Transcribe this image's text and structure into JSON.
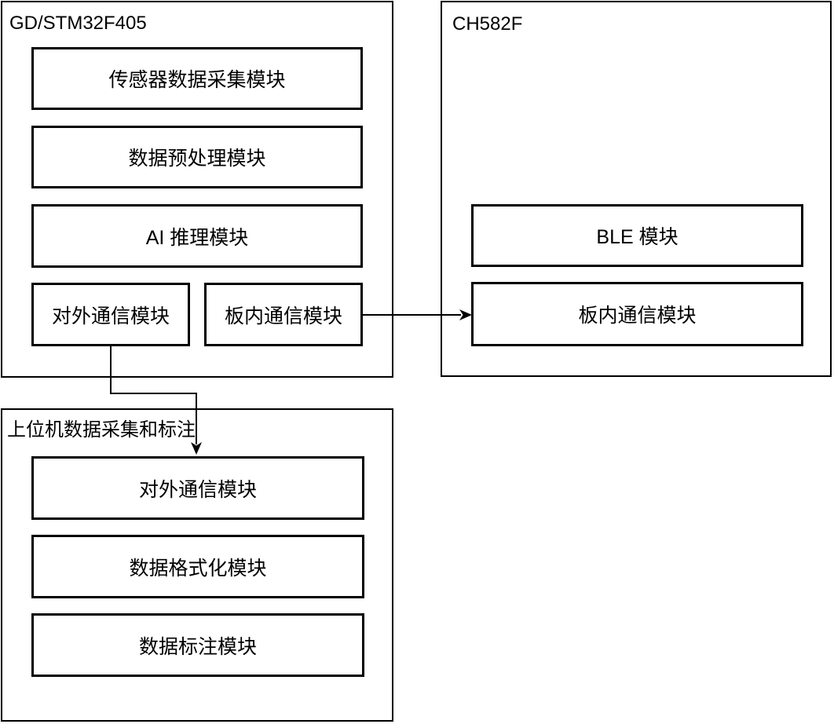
{
  "colors": {
    "stroke": "#000000",
    "text": "#000000",
    "shape_fill": "#ffffff",
    "background": "#ffffff"
  },
  "containers": {
    "mcu": {
      "title": "GD/STM32F405",
      "modules": {
        "sensor": "传感器数据采集模块",
        "preprocess": "数据预处理模块",
        "ai": "AI 推理模块",
        "ext_comm": "对外通信模块",
        "board_comm": "板内通信模块"
      }
    },
    "ch582f": {
      "title": "CH582F",
      "modules": {
        "ble": "BLE 模块",
        "board_comm": "板内通信模块"
      }
    },
    "host": {
      "title": "上位机数据采集和标注",
      "modules": {
        "ext_comm": "对外通信模块",
        "format": "数据格式化模块",
        "annotate": "数据标注模块"
      }
    }
  },
  "connections": [
    {
      "from": "mcu.board_comm",
      "to": "ch582f.board_comm",
      "style": "straight-arrow-right"
    },
    {
      "from": "mcu.ext_comm",
      "to": "host.ext_comm",
      "style": "elbow-arrow-down"
    }
  ]
}
